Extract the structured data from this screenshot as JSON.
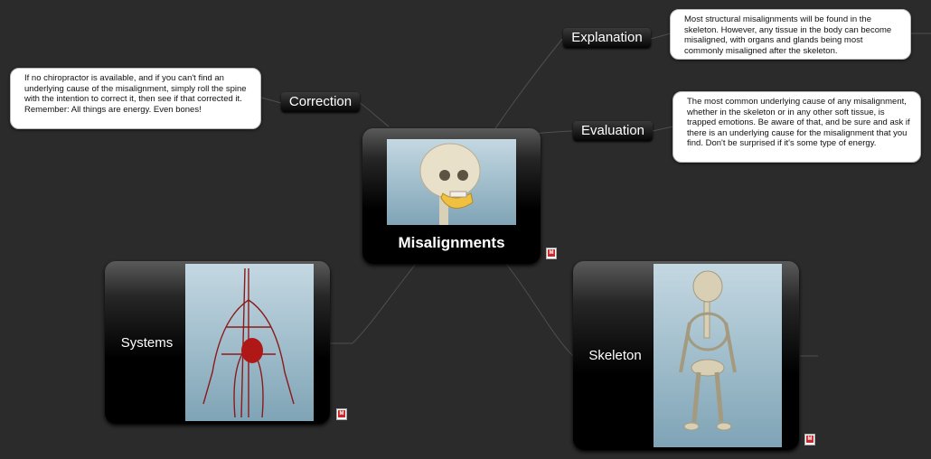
{
  "central": {
    "label": "Misalignments"
  },
  "topics": {
    "explanation": "Explanation",
    "evaluation": "Evaluation",
    "correction": "Correction"
  },
  "notes": {
    "explanation": "Most structural misalignments will be found in the skeleton. However, any tissue in the body can become misaligned, with organs and glands being most commonly misaligned after the skeleton.",
    "evaluation": "The most common underlying cause of any misalignment, whether in the skeleton or in any other soft tissue, is trapped emotions. Be aware of that, and be sure and ask if there is an underlying cause for the misalignment that you find. Don't be surprised if it's some type of energy.",
    "correction": "If no chiropractor is available, and if you can't find an underlying cause of the misalignment, simply roll the spine with the intention to correct it, then see if that corrected it. Remember: All things are energy. Even bones!"
  },
  "nodes": {
    "systems": "Systems",
    "skeleton": "Skeleton"
  },
  "icons": {
    "attachment": "attachment-icon",
    "skull": "skull-image",
    "circulatory": "circulatory-system-image",
    "skeleton": "skeleton-image"
  },
  "colors": {
    "background": "#2b2b2b",
    "link": "#4a4a4a",
    "image_bg_top": "#c4d8e2",
    "image_bg_bottom": "#7fa4b6"
  }
}
